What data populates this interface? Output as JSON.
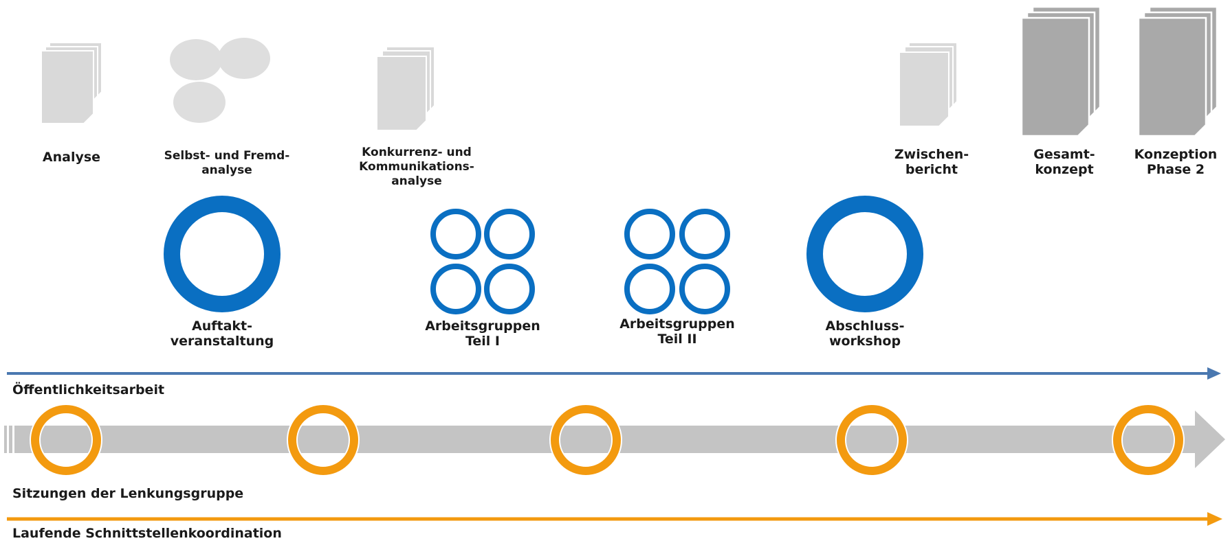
{
  "documents": {
    "analyse": "Analyse",
    "selbst": [
      "Selbst- und Fremd-",
      "analyse"
    ],
    "konkurrenz": [
      "Konkurrenz- und",
      "Kommunikations-",
      "analyse"
    ],
    "zwischen": [
      "Zwischen-",
      "bericht"
    ],
    "gesamt": [
      "Gesamt-",
      "konzept"
    ],
    "konzeption": [
      "Konzeption",
      "Phase 2"
    ]
  },
  "events": {
    "auftakt": [
      "Auftakt-",
      "veranstaltung"
    ],
    "ag1": [
      "Arbeitsgruppen",
      "Teil I"
    ],
    "ag2": [
      "Arbeitsgruppen",
      "Teil II"
    ],
    "abschluss": [
      "Abschluss-",
      "workshop"
    ]
  },
  "tracks": {
    "oeffentlichkeit": "Öffentlichkeitsarbeit",
    "lenkung": "Sitzungen der Lenkungsgruppe",
    "schnittstellen": "Laufende Schnittstellenkoordination"
  },
  "colors": {
    "blue": "#0a6fc2",
    "blue_line": "#4a78b0",
    "orange": "#f39a0f",
    "gray_light": "#d9d9d9",
    "gray_dark": "#a9a9a9",
    "gray_band": "#c4c4c4"
  }
}
